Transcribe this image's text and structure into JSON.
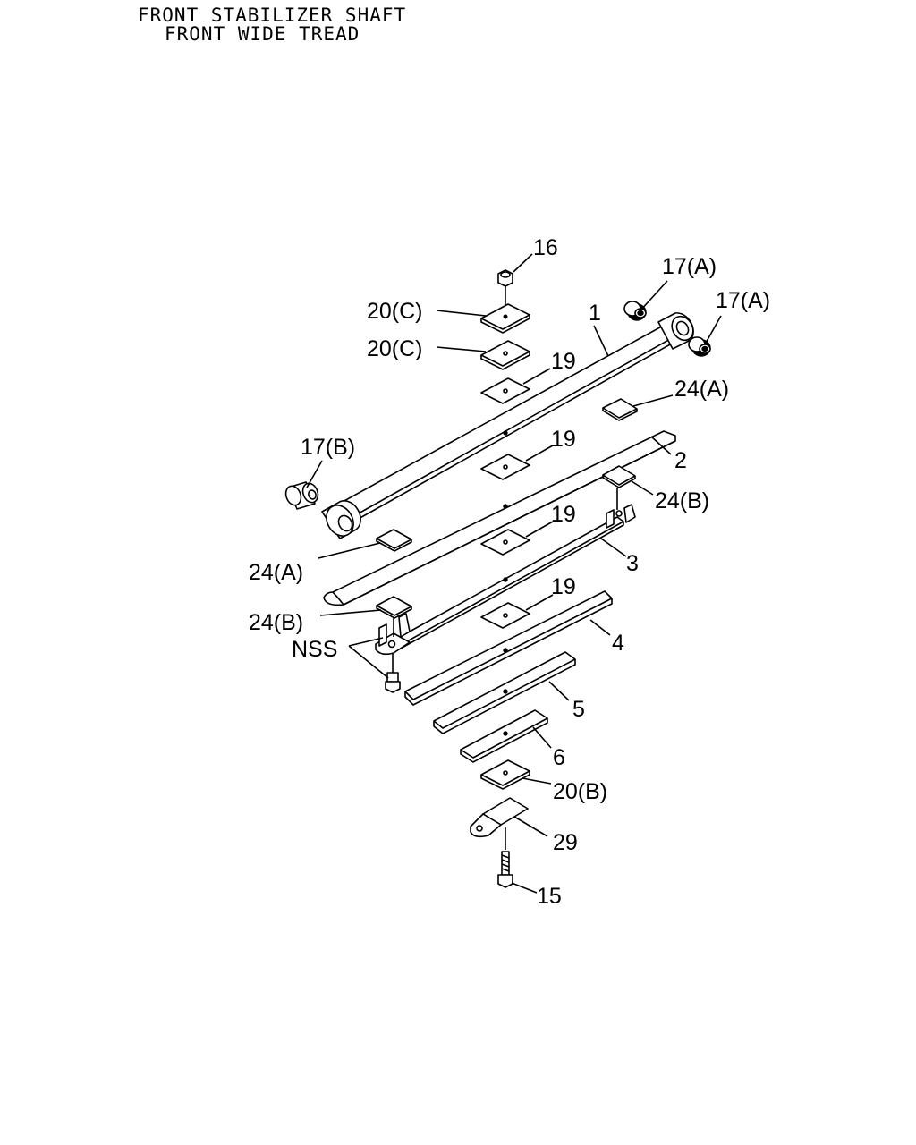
{
  "title": {
    "line1": "FRONT STABILIZER SHAFT",
    "line2": "FRONT WIDE TREAD"
  },
  "callouts": [
    {
      "id": "c16",
      "text": "16"
    },
    {
      "id": "c17a1",
      "text": "17(A)"
    },
    {
      "id": "c17a2",
      "text": "17(A)"
    },
    {
      "id": "c20c1",
      "text": "20(C)"
    },
    {
      "id": "c20c2",
      "text": "20(C)"
    },
    {
      "id": "c1",
      "text": "1"
    },
    {
      "id": "c19a",
      "text": "19"
    },
    {
      "id": "c24a1",
      "text": "24(A)"
    },
    {
      "id": "c17b",
      "text": "17(B)"
    },
    {
      "id": "c19b",
      "text": "19"
    },
    {
      "id": "c2",
      "text": "2"
    },
    {
      "id": "c24b1",
      "text": "24(B)"
    },
    {
      "id": "c19c",
      "text": "19"
    },
    {
      "id": "c3",
      "text": "3"
    },
    {
      "id": "c24a2",
      "text": "24(A)"
    },
    {
      "id": "c19d",
      "text": "19"
    },
    {
      "id": "c24b2",
      "text": "24(B)"
    },
    {
      "id": "c4",
      "text": "4"
    },
    {
      "id": "cnss",
      "text": "NSS"
    },
    {
      "id": "c5",
      "text": "5"
    },
    {
      "id": "c6",
      "text": "6"
    },
    {
      "id": "c20b",
      "text": "20(B)"
    },
    {
      "id": "c29",
      "text": "29"
    },
    {
      "id": "c15",
      "text": "15"
    }
  ]
}
